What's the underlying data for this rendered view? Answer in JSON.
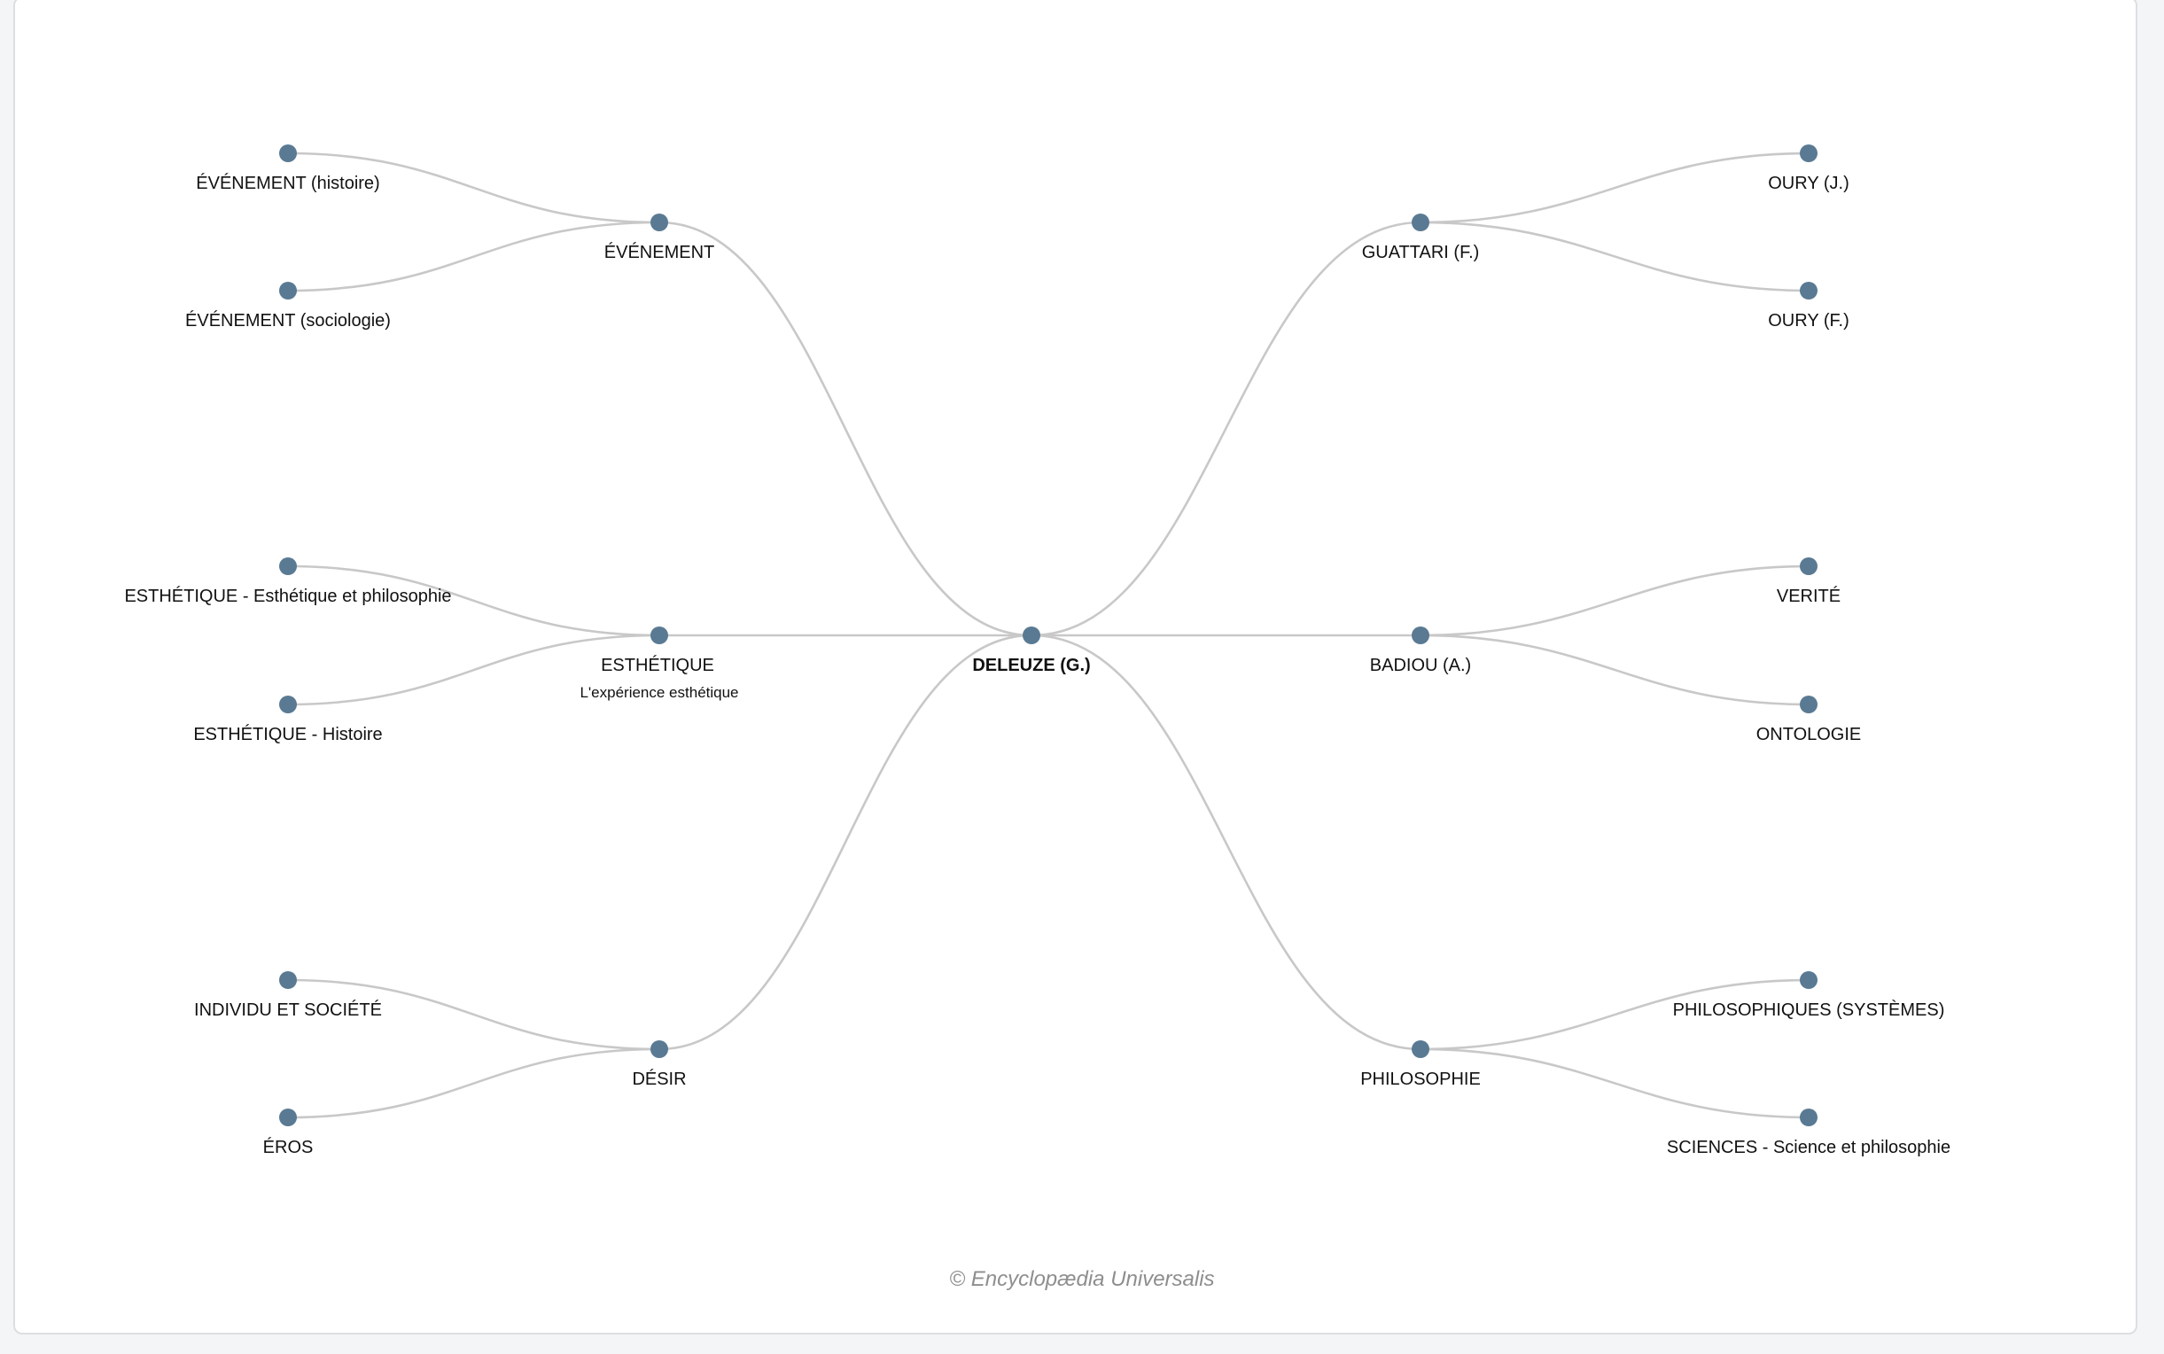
{
  "diagram": {
    "center": {
      "id": "center",
      "label": "DELEUZE (G.)"
    },
    "branches": [
      {
        "id": "evenement",
        "label": "ÉVÉNEMENT",
        "children": [
          {
            "id": "evenement-histoire",
            "label": "ÉVÉNEMENT (histoire)"
          },
          {
            "id": "evenement-sociologie",
            "label": "ÉVÉNEMENT (sociologie)"
          }
        ]
      },
      {
        "id": "esthetique",
        "label": "ESTHÉTIQUE",
        "sublabel": "L'expérience esthétique",
        "children": [
          {
            "id": "esthetique-philosophie",
            "label": "ESTHÉTIQUE - Esthétique et philosophie"
          },
          {
            "id": "esthetique-histoire",
            "label": "ESTHÉTIQUE - Histoire"
          }
        ]
      },
      {
        "id": "desir",
        "label": "DÉSIR",
        "children": [
          {
            "id": "individu-societe",
            "label": "INDIVIDU ET SOCIÉTÉ"
          },
          {
            "id": "eros",
            "label": "ÉROS"
          }
        ]
      },
      {
        "id": "guattari",
        "label": "GUATTARI (F.)",
        "children": [
          {
            "id": "oury-j",
            "label": "OURY (J.)"
          },
          {
            "id": "oury-f",
            "label": "OURY (F.)"
          }
        ]
      },
      {
        "id": "badiou",
        "label": "BADIOU (A.)",
        "children": [
          {
            "id": "verite",
            "label": "VERITÉ"
          },
          {
            "id": "ontologie",
            "label": "ONTOLOGIE"
          }
        ]
      },
      {
        "id": "philosophie",
        "label": "PHILOSOPHIE",
        "children": [
          {
            "id": "philosophiques-systemes",
            "label": "PHILOSOPHIQUES (SYSTÈMES)"
          },
          {
            "id": "sciences-philosophie",
            "label": "SCIENCES - Science et philosophie"
          }
        ]
      }
    ]
  },
  "colors": {
    "node": "#5a7a93",
    "link": "#c8c8c8",
    "copyright": "#8e8e8e"
  },
  "footer": {
    "copyright": "© Encyclopædia Universalis"
  }
}
